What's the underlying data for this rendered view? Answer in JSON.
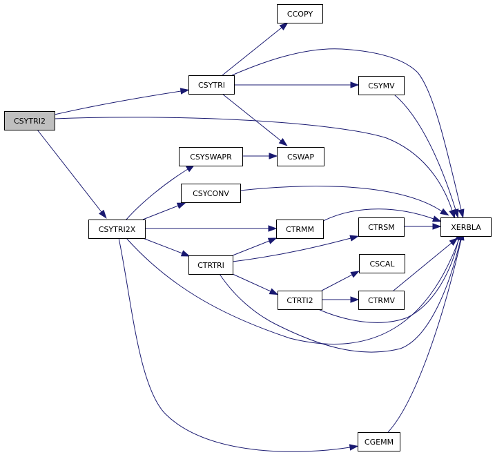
{
  "graph": {
    "type": "call-graph",
    "edge_color": "#191970",
    "root": "CSYTRI2",
    "nodes": [
      {
        "id": "CSYTRI2",
        "label": "CSYTRI2",
        "fill": "#bfbfbf"
      },
      {
        "id": "CSYTRI",
        "label": "CSYTRI",
        "fill": "#ffffff"
      },
      {
        "id": "CCOPY",
        "label": "CCOPY",
        "fill": "#ffffff"
      },
      {
        "id": "CSYMV",
        "label": "CSYMV",
        "fill": "#ffffff"
      },
      {
        "id": "CSWAP",
        "label": "CSWAP",
        "fill": "#ffffff"
      },
      {
        "id": "CSYSWAPR",
        "label": "CSYSWAPR",
        "fill": "#ffffff"
      },
      {
        "id": "CSYCONV",
        "label": "CSYCONV",
        "fill": "#ffffff"
      },
      {
        "id": "CSYTRI2X",
        "label": "CSYTRI2X",
        "fill": "#ffffff"
      },
      {
        "id": "CTRMM",
        "label": "CTRMM",
        "fill": "#ffffff"
      },
      {
        "id": "CTRSM",
        "label": "CTRSM",
        "fill": "#ffffff"
      },
      {
        "id": "XERBLA",
        "label": "XERBLA",
        "fill": "#ffffff"
      },
      {
        "id": "CTRTRI",
        "label": "CTRTRI",
        "fill": "#ffffff"
      },
      {
        "id": "CSCAL",
        "label": "CSCAL",
        "fill": "#ffffff"
      },
      {
        "id": "CTRTI2",
        "label": "CTRTI2",
        "fill": "#ffffff"
      },
      {
        "id": "CTRMV",
        "label": "CTRMV",
        "fill": "#ffffff"
      },
      {
        "id": "CGEMM",
        "label": "CGEMM",
        "fill": "#ffffff"
      }
    ],
    "edges": [
      {
        "from": "CSYTRI2",
        "to": "CSYTRI"
      },
      {
        "from": "CSYTRI2",
        "to": "XERBLA"
      },
      {
        "from": "CSYTRI2",
        "to": "CSYTRI2X"
      },
      {
        "from": "CSYTRI",
        "to": "CCOPY"
      },
      {
        "from": "CSYTRI",
        "to": "XERBLA"
      },
      {
        "from": "CSYTRI",
        "to": "CSYMV"
      },
      {
        "from": "CSYTRI",
        "to": "CSWAP"
      },
      {
        "from": "CSYMV",
        "to": "XERBLA"
      },
      {
        "from": "CSYSWAPR",
        "to": "CSWAP"
      },
      {
        "from": "CSYCONV",
        "to": "XERBLA"
      },
      {
        "from": "CSYTRI2X",
        "to": "CSYSWAPR"
      },
      {
        "from": "CSYTRI2X",
        "to": "CSYCONV"
      },
      {
        "from": "CSYTRI2X",
        "to": "CTRMM"
      },
      {
        "from": "CSYTRI2X",
        "to": "CTRTRI"
      },
      {
        "from": "CSYTRI2X",
        "to": "XERBLA"
      },
      {
        "from": "CSYTRI2X",
        "to": "CGEMM"
      },
      {
        "from": "CTRMM",
        "to": "XERBLA"
      },
      {
        "from": "CTRSM",
        "to": "XERBLA"
      },
      {
        "from": "CTRTRI",
        "to": "CTRMM"
      },
      {
        "from": "CTRTRI",
        "to": "CTRSM"
      },
      {
        "from": "CTRTRI",
        "to": "CTRTI2"
      },
      {
        "from": "CTRTRI",
        "to": "XERBLA"
      },
      {
        "from": "CTRTI2",
        "to": "CSCAL"
      },
      {
        "from": "CTRTI2",
        "to": "CTRMV"
      },
      {
        "from": "CTRTI2",
        "to": "XERBLA"
      },
      {
        "from": "CTRMV",
        "to": "XERBLA"
      },
      {
        "from": "CGEMM",
        "to": "XERBLA"
      }
    ]
  }
}
